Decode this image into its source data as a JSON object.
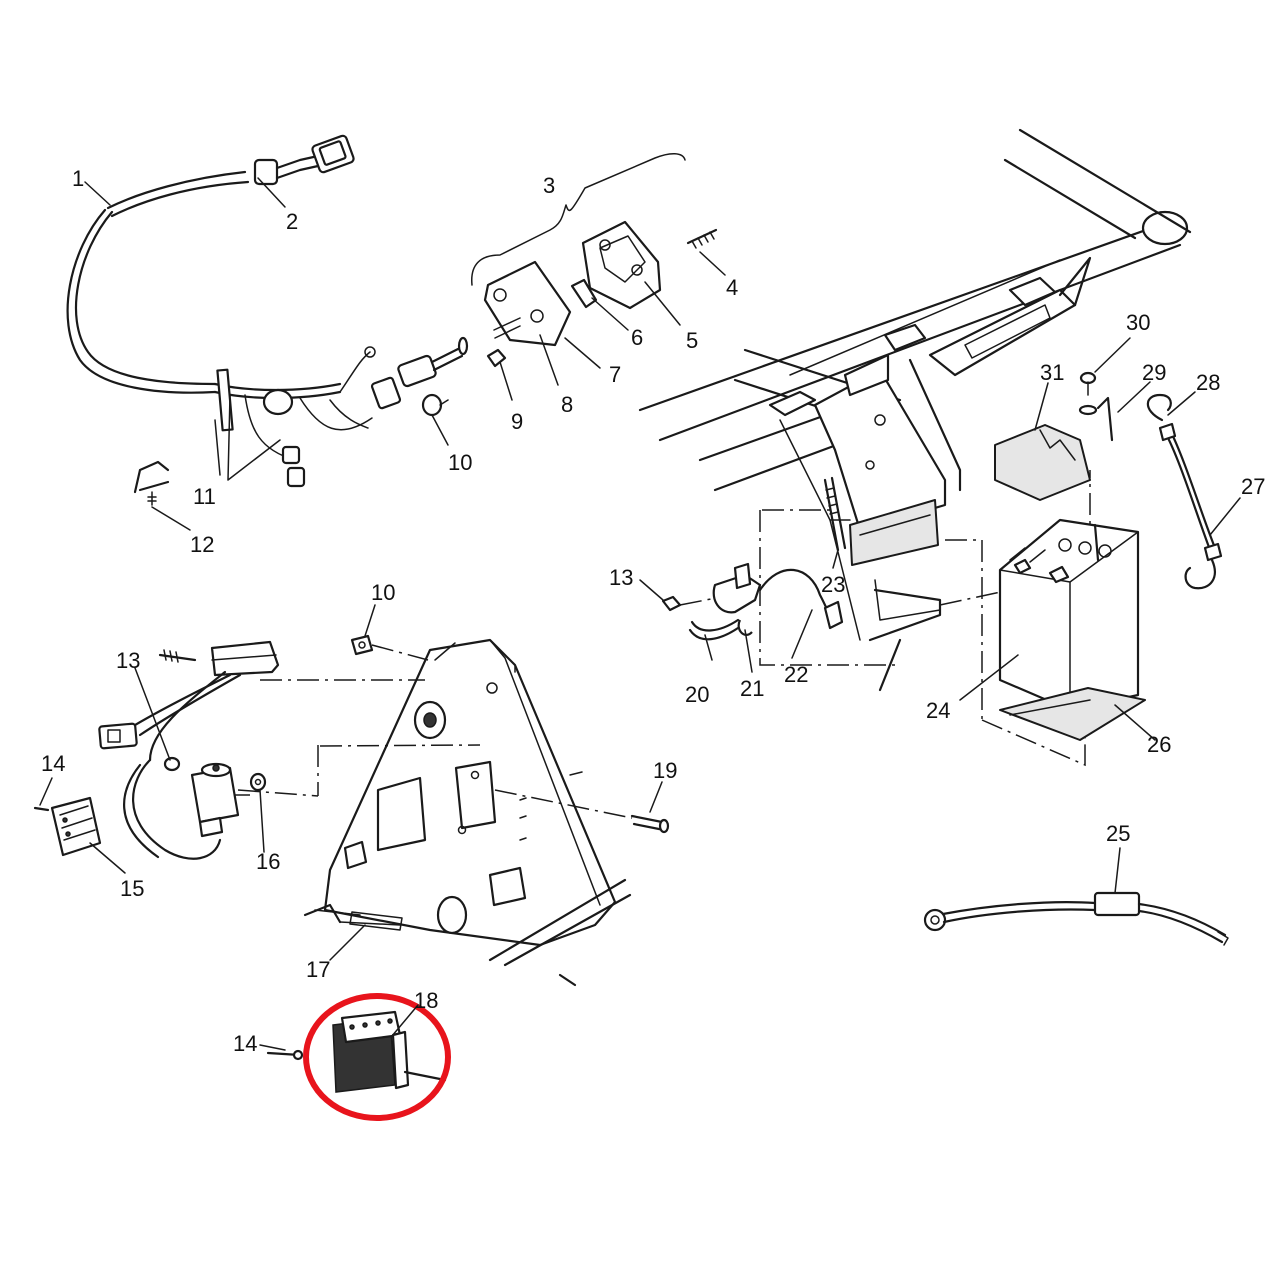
{
  "highlight_color": "#e8141c",
  "callouts": [
    {
      "id": "c1",
      "text": "1"
    },
    {
      "id": "c2",
      "text": "2"
    },
    {
      "id": "c3",
      "text": "3"
    },
    {
      "id": "c4",
      "text": "4"
    },
    {
      "id": "c5",
      "text": "5"
    },
    {
      "id": "c6",
      "text": "6"
    },
    {
      "id": "c7",
      "text": "7"
    },
    {
      "id": "c8",
      "text": "8"
    },
    {
      "id": "c9",
      "text": "9"
    },
    {
      "id": "c10a",
      "text": "10"
    },
    {
      "id": "c11",
      "text": "11"
    },
    {
      "id": "c12",
      "text": "12"
    },
    {
      "id": "c13a",
      "text": "13"
    },
    {
      "id": "c20",
      "text": "20"
    },
    {
      "id": "c21",
      "text": "21"
    },
    {
      "id": "c22",
      "text": "22"
    },
    {
      "id": "c23",
      "text": "23"
    },
    {
      "id": "c24",
      "text": "24"
    },
    {
      "id": "c26",
      "text": "26"
    },
    {
      "id": "c27",
      "text": "27"
    },
    {
      "id": "c28",
      "text": "28"
    },
    {
      "id": "c29",
      "text": "29"
    },
    {
      "id": "c30",
      "text": "30"
    },
    {
      "id": "c31",
      "text": "31"
    },
    {
      "id": "c10b",
      "text": "10"
    },
    {
      "id": "c13b",
      "text": "13"
    },
    {
      "id": "c14a",
      "text": "14"
    },
    {
      "id": "c15",
      "text": "15"
    },
    {
      "id": "c16",
      "text": "16"
    },
    {
      "id": "c17",
      "text": "17"
    },
    {
      "id": "c19",
      "text": "19"
    },
    {
      "id": "c25",
      "text": "25"
    },
    {
      "id": "c14b",
      "text": "14"
    },
    {
      "id": "c18",
      "text": "18"
    }
  ]
}
